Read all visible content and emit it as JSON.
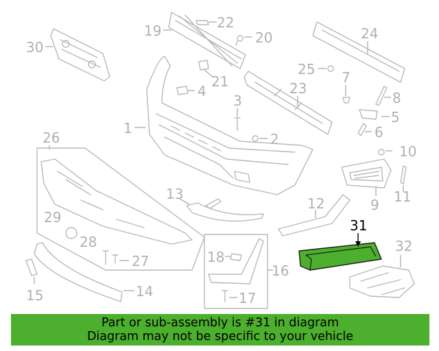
{
  "diagram": {
    "highlight_color": "#4caf2d",
    "outline_color": "#b8b8b8",
    "highlighted_part": "31",
    "callouts": {
      "c1": "1",
      "c2": "2",
      "c3": "3",
      "c4": "4",
      "c5": "5",
      "c6": "6",
      "c7": "7",
      "c8": "8",
      "c9": "9",
      "c10": "10",
      "c11": "11",
      "c12": "12",
      "c13": "13",
      "c14": "14",
      "c15": "15",
      "c16": "16",
      "c17": "17",
      "c18": "18",
      "c19": "19",
      "c20": "20",
      "c21": "21",
      "c22": "22",
      "c23": "23",
      "c24": "24",
      "c25": "25",
      "c26": "26",
      "c27": "27",
      "c28": "28",
      "c29": "29",
      "c30": "30",
      "c31": "31",
      "c32": "32"
    }
  },
  "banner": {
    "line1": "Part or sub-assembly is #31 in diagram",
    "line2": "Diagram may not be specific to your vehicle",
    "background": "#4caf2d"
  }
}
